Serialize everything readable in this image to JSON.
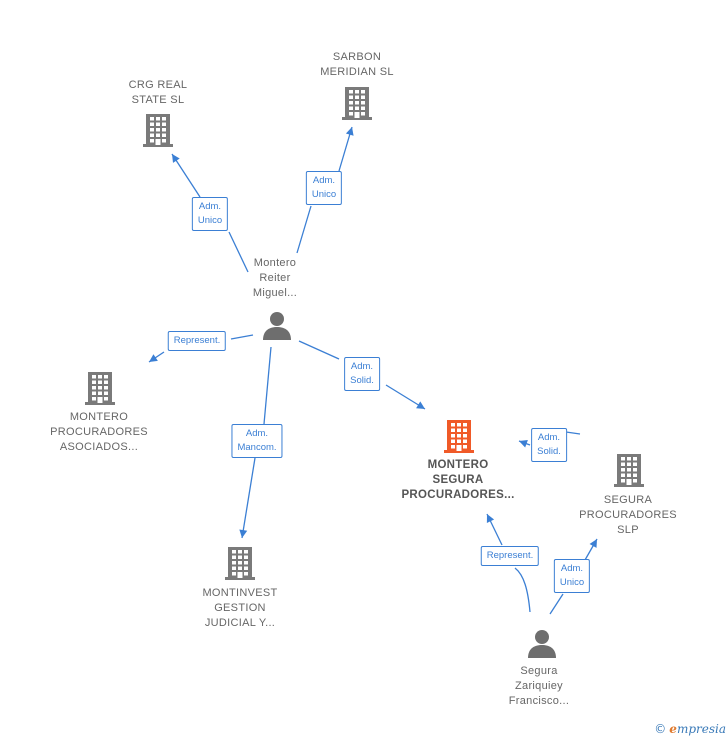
{
  "colors": {
    "edge": "#3b7fd4",
    "building": "#7a7a7a",
    "building_main": "#f05a28",
    "person": "#6e6e6e"
  },
  "nodes": [
    {
      "id": "crg",
      "type": "company",
      "lines": [
        "CRG REAL",
        "STATE  SL"
      ]
    },
    {
      "id": "sarbon",
      "type": "company",
      "lines": [
        "SARBON",
        "MERIDIAN  SL"
      ]
    },
    {
      "id": "montero_reiter",
      "type": "person",
      "lines": [
        "Montero",
        "Reiter",
        "Miguel..."
      ]
    },
    {
      "id": "montero_asociados",
      "type": "company",
      "lines": [
        "MONTERO",
        "PROCURADORES",
        "ASOCIADOS..."
      ]
    },
    {
      "id": "montero_segura",
      "type": "company_main",
      "lines": [
        "MONTERO",
        "SEGURA",
        "PROCURADORES..."
      ]
    },
    {
      "id": "segura_slp",
      "type": "company",
      "lines": [
        "SEGURA",
        "PROCURADORES",
        "SLP"
      ]
    },
    {
      "id": "montinvest",
      "type": "company",
      "lines": [
        "MONTINVEST",
        "GESTION",
        "JUDICIAL Y..."
      ]
    },
    {
      "id": "segura_person",
      "type": "person",
      "lines": [
        "Segura",
        "Zariquiey",
        "Francisco..."
      ]
    }
  ],
  "edges": [
    {
      "id": "e1",
      "from": "montero_reiter",
      "to": "crg",
      "lines": [
        "Adm.",
        "Unico"
      ]
    },
    {
      "id": "e2",
      "from": "montero_reiter",
      "to": "sarbon",
      "lines": [
        "Adm.",
        "Unico"
      ]
    },
    {
      "id": "e3",
      "from": "montero_reiter",
      "to": "montero_asociados",
      "lines": [
        "Represent."
      ]
    },
    {
      "id": "e4",
      "from": "montero_reiter",
      "to": "montero_segura",
      "lines": [
        "Adm.",
        "Solid."
      ]
    },
    {
      "id": "e5",
      "from": "montero_reiter",
      "to": "montinvest",
      "lines": [
        "Adm.",
        "Mancom."
      ]
    },
    {
      "id": "e6",
      "from": "segura_slp",
      "to": "montero_segura",
      "lines": [
        "Adm.",
        "Solid."
      ]
    },
    {
      "id": "e7",
      "from": "segura_person",
      "to": "montero_segura",
      "lines": [
        "Represent."
      ]
    },
    {
      "id": "e8",
      "from": "segura_person",
      "to": "segura_slp",
      "lines": [
        "Adm.",
        "Unico"
      ]
    }
  ],
  "brand": {
    "copyright": "©",
    "name": "mpresia",
    "initial": "e"
  }
}
